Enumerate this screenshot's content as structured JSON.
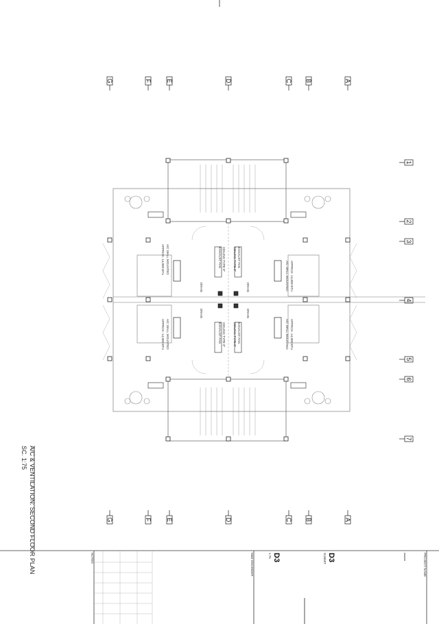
{
  "grid": {
    "letters": [
      "G",
      "F",
      "E",
      "D",
      "C",
      "B",
      "A"
    ],
    "numbers": [
      "1",
      "2",
      "3",
      "4",
      "5",
      "6",
      "7"
    ]
  },
  "plan": {
    "title": "A/C & VENTILATION: SECOND FLOOR PLAN",
    "scale": "SC. 1:75",
    "ac_units": [
      {
        "line1": "APPROX. 14,000 BTU",
        "line2": "A/C WALL MOUNTED"
      },
      {
        "line1": "APPROX. 14,000 BTU",
        "line2": "A/C WALL MOUNTED"
      },
      {
        "line1": "A/C WALL MOUNTED",
        "line2": "APPROX. 14,000 BTU"
      },
      {
        "line1": "A/C WALL MOUNTED",
        "line2": "APPROX. 14,000 BTU"
      }
    ],
    "exhaust_fans": [
      {
        "line1": "EXHAUST FAN",
        "line2": "CEILING TYPE 8\""
      },
      {
        "line1": "EXHAUST FAN",
        "line2": "CEILING TYPE 8\""
      },
      {
        "line1": "CEILING TYPE 8\"",
        "line2": "EXHAUST FAN"
      },
      {
        "line1": "CEILING TYPE 8\"",
        "line2": "EXHAUST FAN"
      }
    ],
    "drain": "DRAIN"
  },
  "title_block": {
    "project_name": "PROJECT NAME",
    "sheet_code": "D3",
    "sheet_code_sub": "SUBMIT",
    "scale_label": "1:75",
    "mae_engineer": "M&E ENGINEER",
    "noted": "NOTED"
  }
}
